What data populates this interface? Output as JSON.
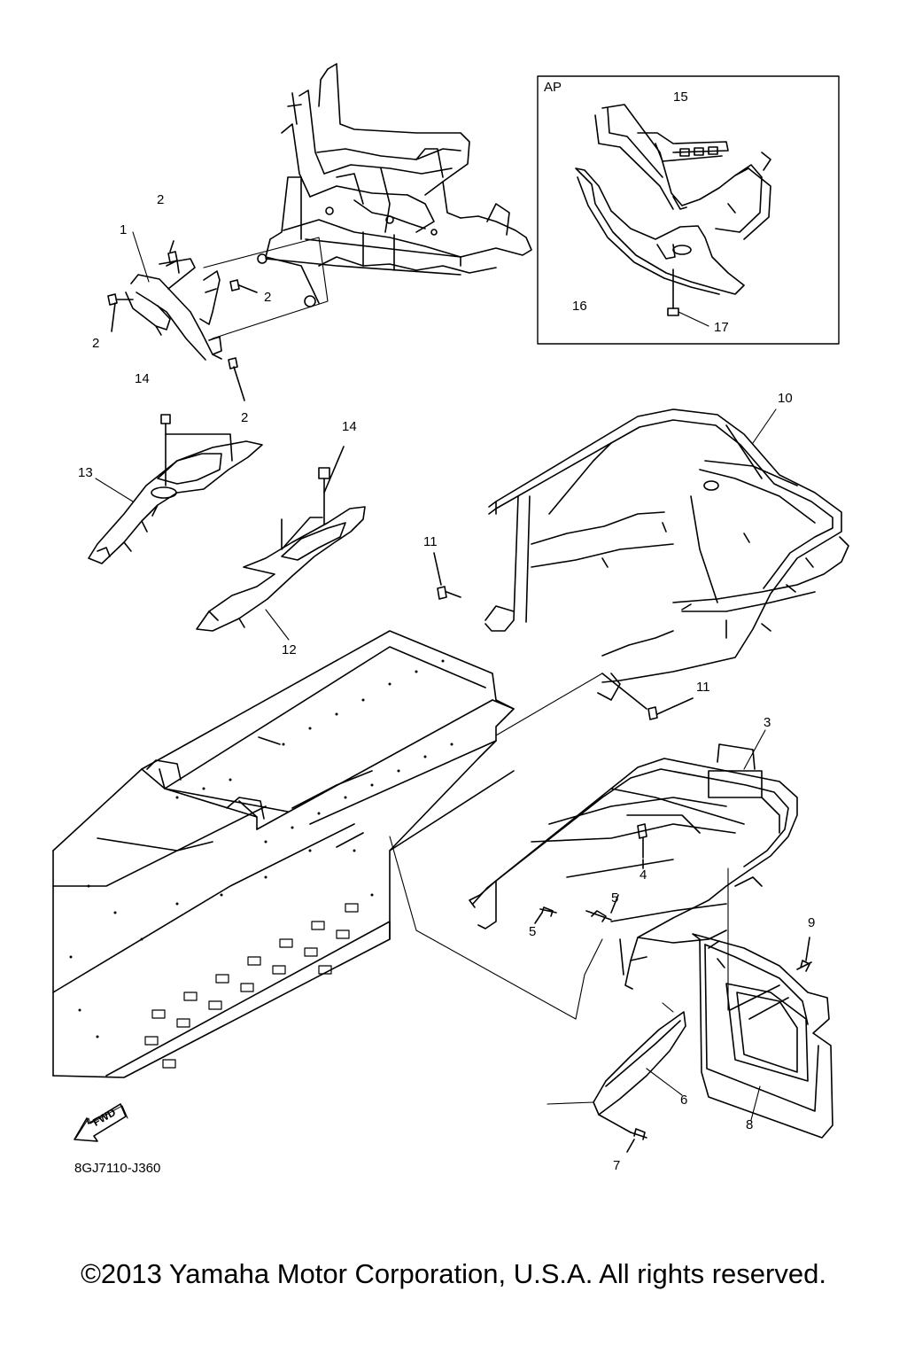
{
  "inset": {
    "label": "AP"
  },
  "callouts": [
    {
      "id": "c1",
      "text": "1"
    },
    {
      "id": "c2a",
      "text": "2"
    },
    {
      "id": "c2b",
      "text": "2"
    },
    {
      "id": "c2c",
      "text": "2"
    },
    {
      "id": "c2d",
      "text": "2"
    },
    {
      "id": "c3",
      "text": "3"
    },
    {
      "id": "c4",
      "text": "4"
    },
    {
      "id": "c5a",
      "text": "5"
    },
    {
      "id": "c5b",
      "text": "5"
    },
    {
      "id": "c6",
      "text": "6"
    },
    {
      "id": "c7",
      "text": "7"
    },
    {
      "id": "c8",
      "text": "8"
    },
    {
      "id": "c9",
      "text": "9"
    },
    {
      "id": "c10",
      "text": "10"
    },
    {
      "id": "c11a",
      "text": "11"
    },
    {
      "id": "c11b",
      "text": "11"
    },
    {
      "id": "c12",
      "text": "12"
    },
    {
      "id": "c13",
      "text": "13"
    },
    {
      "id": "c14a",
      "text": "14"
    },
    {
      "id": "c14b",
      "text": "14"
    },
    {
      "id": "c15",
      "text": "15"
    },
    {
      "id": "c16",
      "text": "16"
    },
    {
      "id": "c17",
      "text": "17"
    }
  ],
  "fwd_label": "FWD",
  "diagram_code": "8GJ7110-J360",
  "copyright": "©2013 Yamaha Motor Corporation, U.S.A. All rights reserved."
}
